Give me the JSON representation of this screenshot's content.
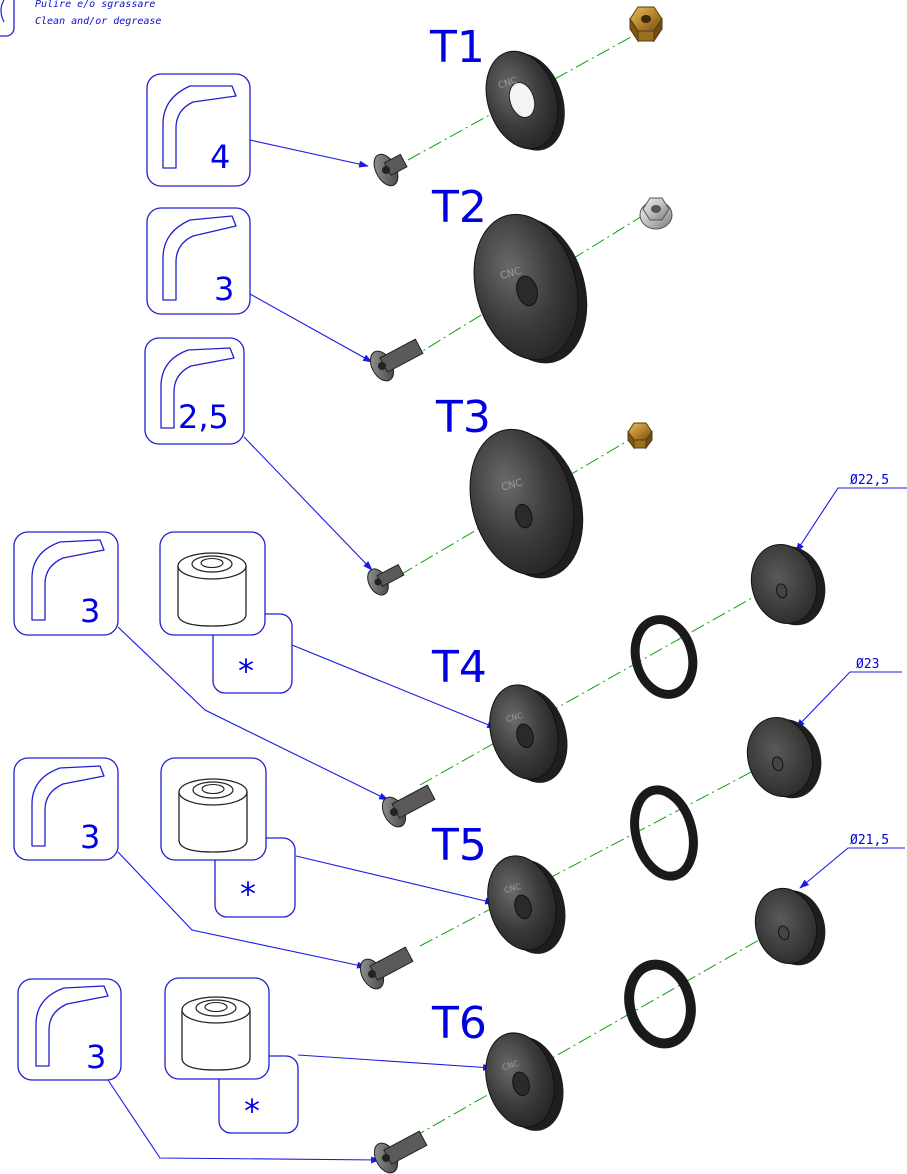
{
  "note": {
    "line1": "Pulire e/o sgrassare",
    "line2": "Clean and/or degrease"
  },
  "disc_text": "CNC",
  "groups": [
    {
      "label": "T1",
      "tool_size": "4"
    },
    {
      "label": "T2",
      "tool_size": "3"
    },
    {
      "label": "T3",
      "tool_size": "2,5"
    },
    {
      "label": "T4",
      "tool_size": "3",
      "glue_mark": "*",
      "diameter": "Ø22,5"
    },
    {
      "label": "T5",
      "tool_size": "3",
      "glue_mark": "*",
      "diameter": "Ø23"
    },
    {
      "label": "T6",
      "tool_size": "3",
      "glue_mark": "*",
      "diameter": "Ø21,5"
    }
  ],
  "colors": {
    "annotation": "#0000e0",
    "axis": "#10a010",
    "disc": "#3a3a3a",
    "brass_nut": "#b8862e",
    "steel_nut": "#c8c8c8"
  },
  "icons": [
    "allen-key-icon",
    "threadlocker-bottle-icon"
  ]
}
